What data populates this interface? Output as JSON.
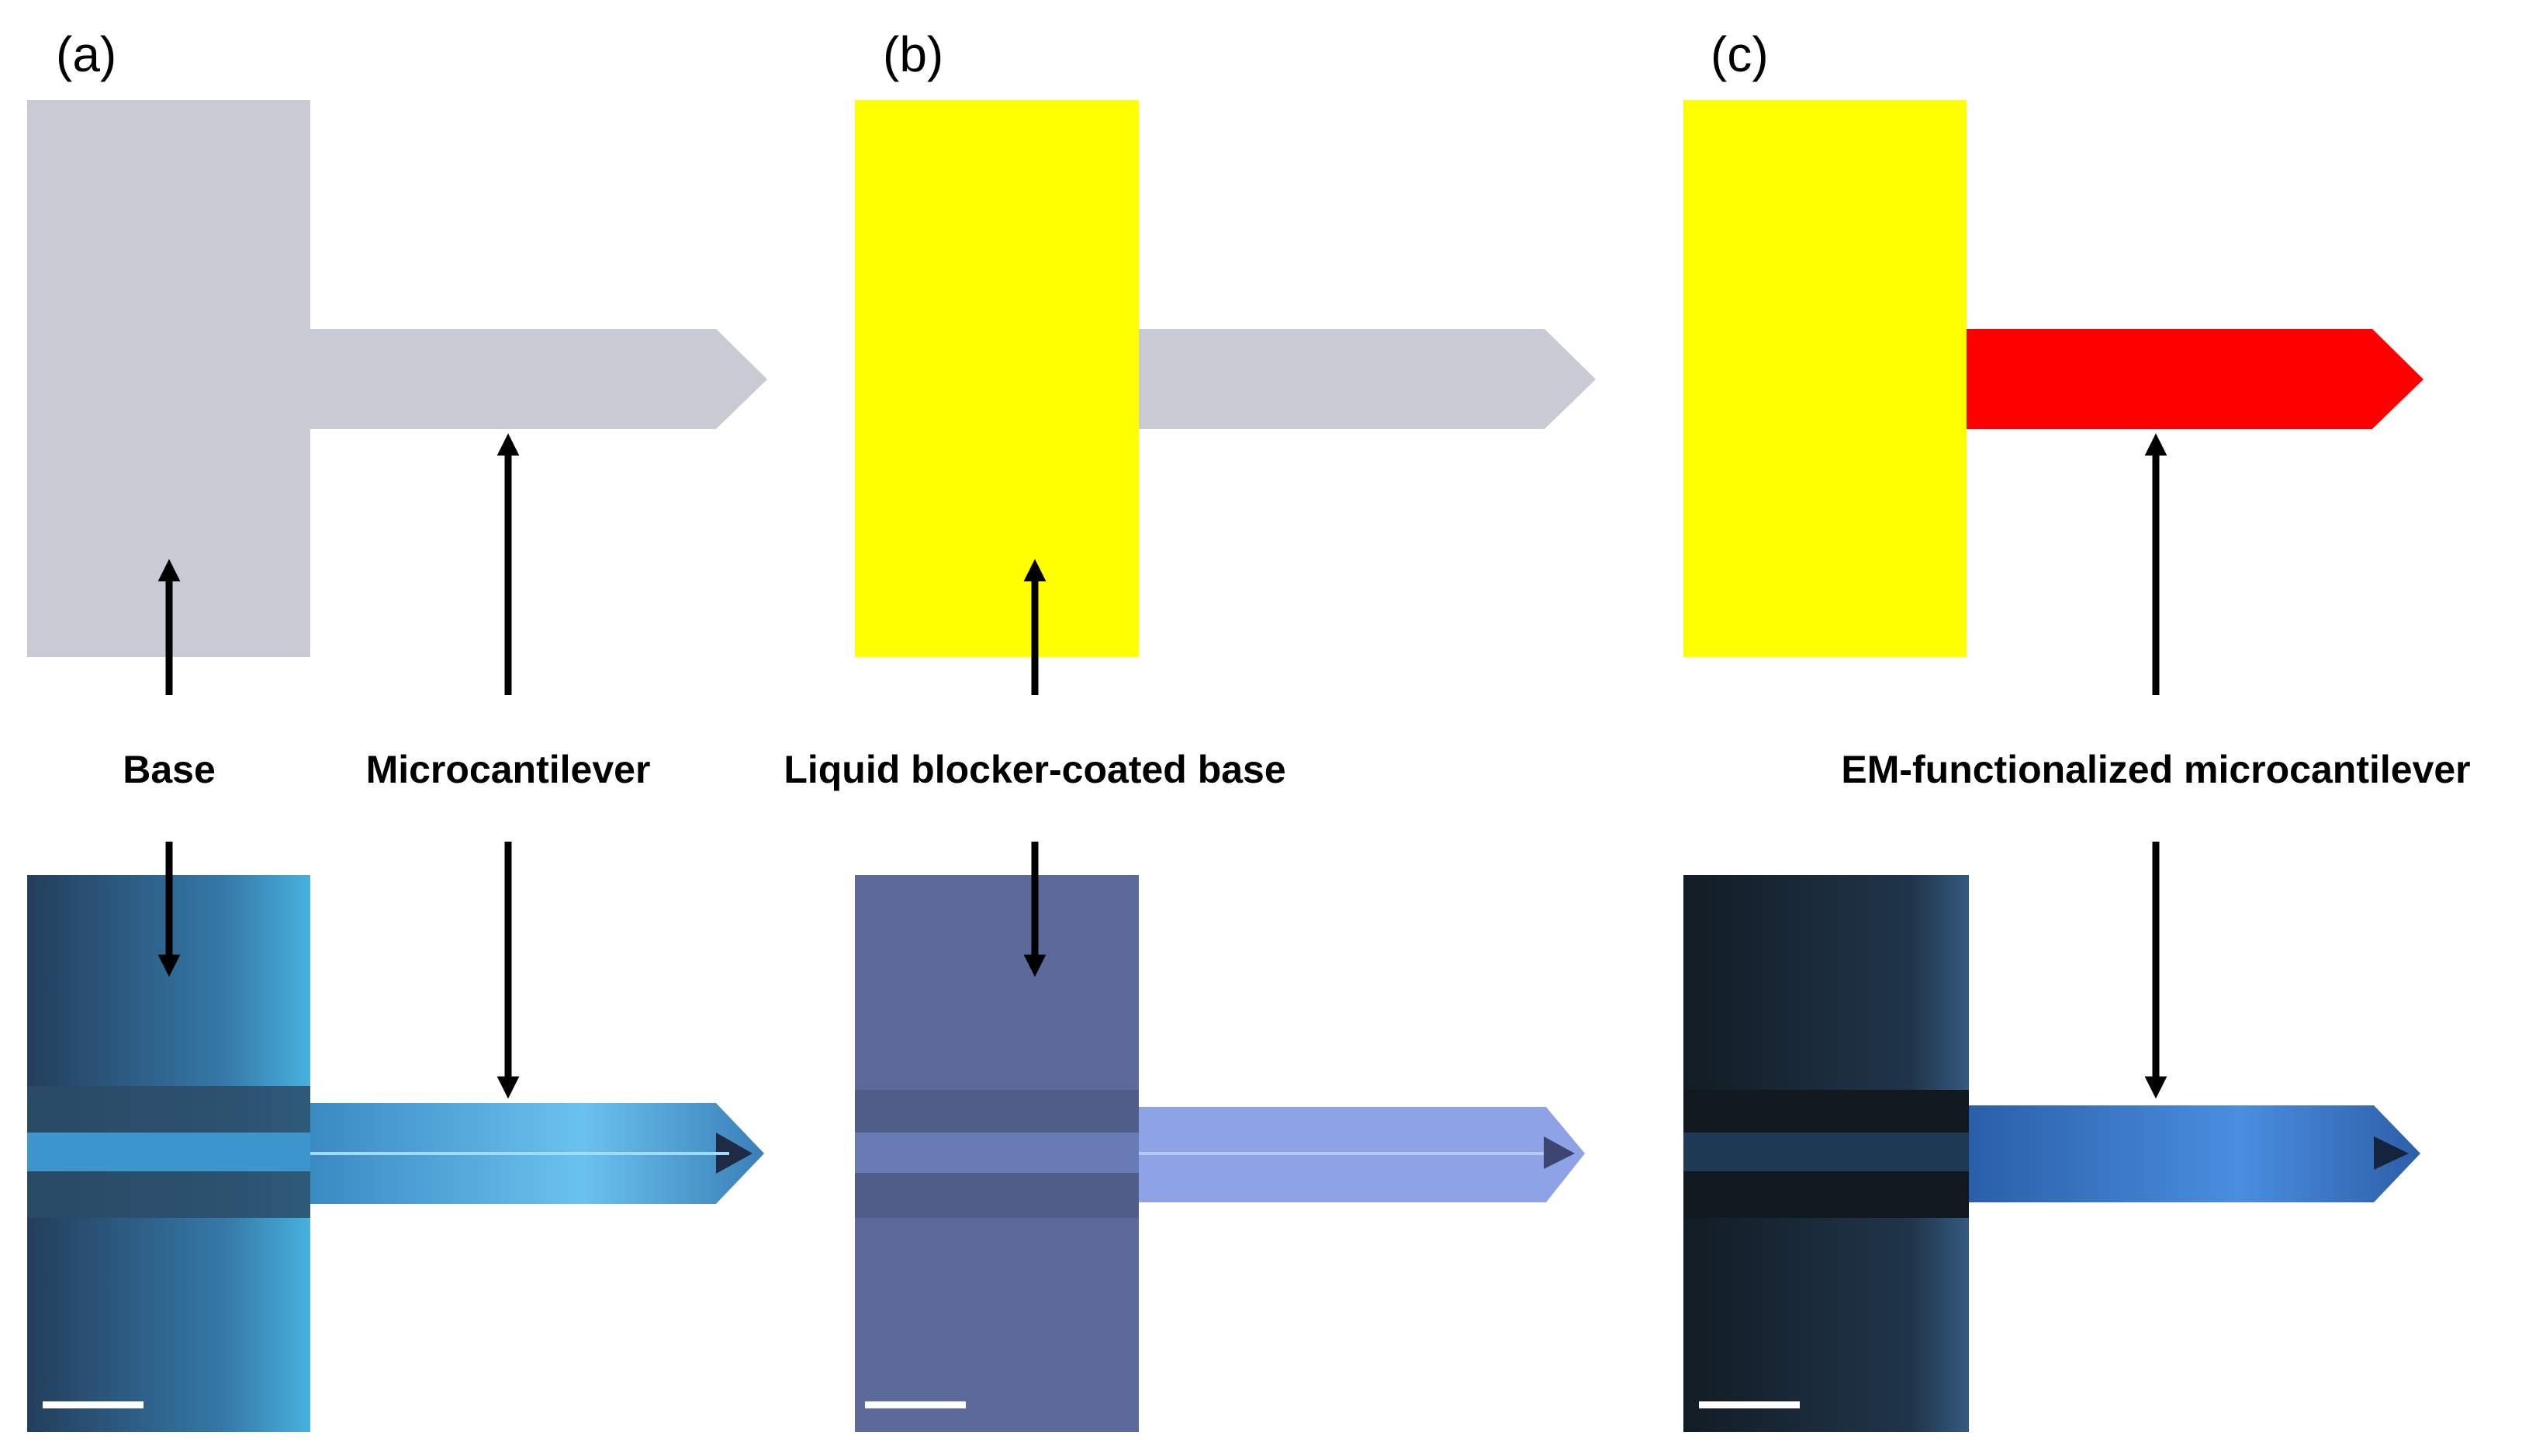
{
  "panels": [
    {
      "label": "(a)",
      "base_color": "#c8cbd3",
      "lever_color": "#c8cbd3"
    },
    {
      "label": "(b)",
      "base_color": "#ffff00",
      "lever_color": "#c8cbd3"
    },
    {
      "label": "(c)",
      "base_color": "#ffff00",
      "lever_color": "#ff0000"
    }
  ],
  "callouts": {
    "base": "Base",
    "microcantilever": "Microcantilever",
    "coated_base": "Liquid blocker-coated base",
    "em_lever": "EM-functionalized microcantilever"
  },
  "photo_colors": {
    "a": {
      "base": "#2f77a8",
      "base_edge": "#3ea6d6",
      "beam": "#3b93cc",
      "beam_light": "#6cc1ee"
    },
    "b": {
      "base": "#5b6b9c",
      "beam": "#7f95d8",
      "beam_light": "#a4b6f0"
    },
    "c": {
      "base": "#1a2a38",
      "beam": "#2f67b5",
      "beam_light": "#4d8fe0"
    }
  }
}
